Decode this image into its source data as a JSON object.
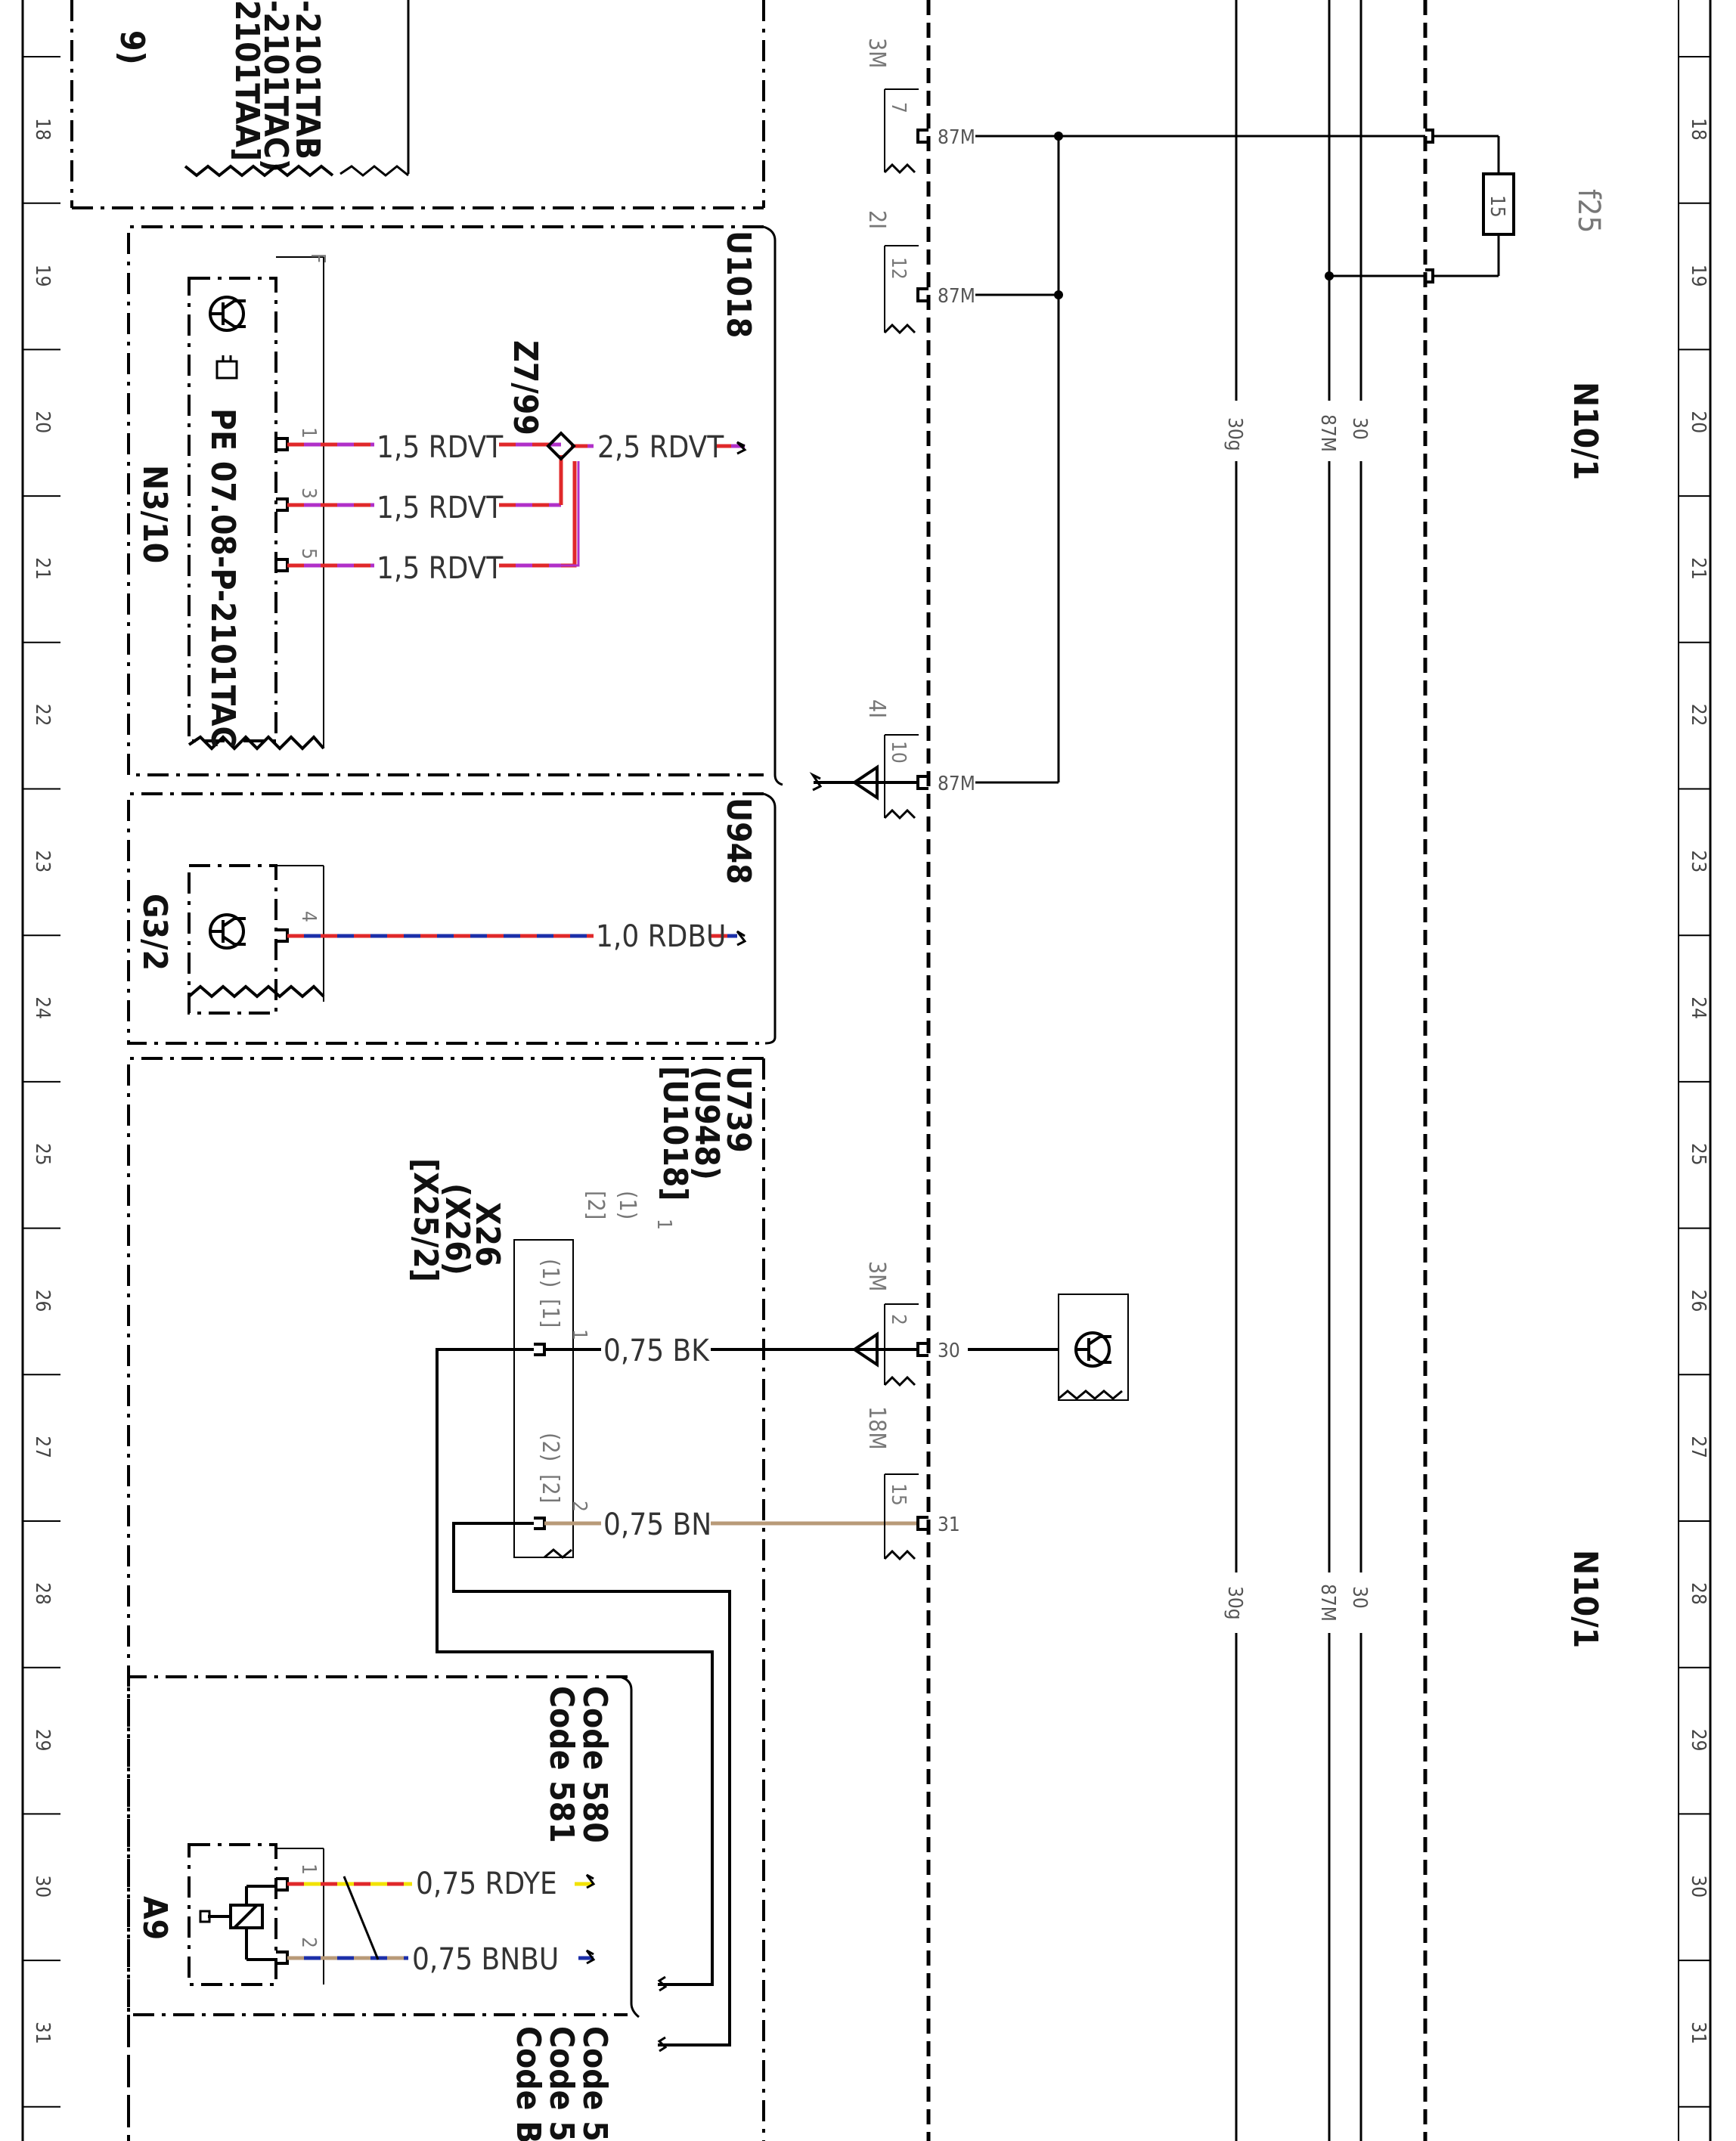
{
  "grid_rows": [
    "18",
    "19",
    "20",
    "21",
    "22",
    "23",
    "24",
    "25",
    "26",
    "27",
    "28",
    "29",
    "30",
    "31"
  ],
  "top_block": {
    "refs": [
      "9)",
      "-2101TAB",
      "-2101TAC)",
      "2101TAA]"
    ]
  },
  "u1018": {
    "title": "U1018",
    "component": "N3/10",
    "ref": "PE 07.08-P-2101TAC",
    "flag": "F",
    "pins": [
      "1",
      "3",
      "5"
    ],
    "wires": [
      "1,5 RDVT",
      "1,5 RDVT",
      "1,5 RDVT"
    ],
    "splice": "Z7/99",
    "out_wire": "2,5 RDVT"
  },
  "u948": {
    "title": "U948",
    "component": "G3/2",
    "pin": "4",
    "wire": "1,0 RDBU"
  },
  "u739": {
    "titles": [
      "U739",
      "(U948)",
      "[U1018]"
    ],
    "connector_names": [
      "X26",
      "(X26)",
      "[X25/2]"
    ],
    "conn_head": [
      "1",
      "(1)",
      "[2]"
    ],
    "pin1_labels": [
      "(1)",
      "[1]",
      "1"
    ],
    "pin2_labels": [
      "(2)",
      "[2]",
      "2"
    ],
    "wire1": "0,75 BK",
    "wire2": "0,75 BN"
  },
  "a9": {
    "codes": [
      "Code 580",
      "Code 581"
    ],
    "component": "A9",
    "pins": [
      "1",
      "2"
    ],
    "wire1": "0,75 RDYE",
    "wire2": "0,75 BNBU",
    "bottom_codes": [
      "Code 5",
      "Code 5",
      "Code B"
    ]
  },
  "terminals": [
    {
      "conn": "3M",
      "pin": "7",
      "label": "87M"
    },
    {
      "conn": "2I",
      "pin": "12",
      "label": "87M"
    },
    {
      "conn": "4I",
      "pin": "10",
      "label": "87M"
    },
    {
      "conn": "3M",
      "pin": "2",
      "label": "30"
    },
    {
      "conn": "18M",
      "pin": "15",
      "label": "31"
    }
  ],
  "fuse": {
    "value": "15",
    "name": "f25"
  },
  "bus": [
    "30g",
    "87M",
    "30"
  ],
  "module": "N10/1",
  "colors": {
    "red": "#e0282a",
    "violet": "#b030c8",
    "blue": "#1c2fa8",
    "brown": "#b89a78",
    "yellow": "#f2e200",
    "black": "#000000"
  }
}
